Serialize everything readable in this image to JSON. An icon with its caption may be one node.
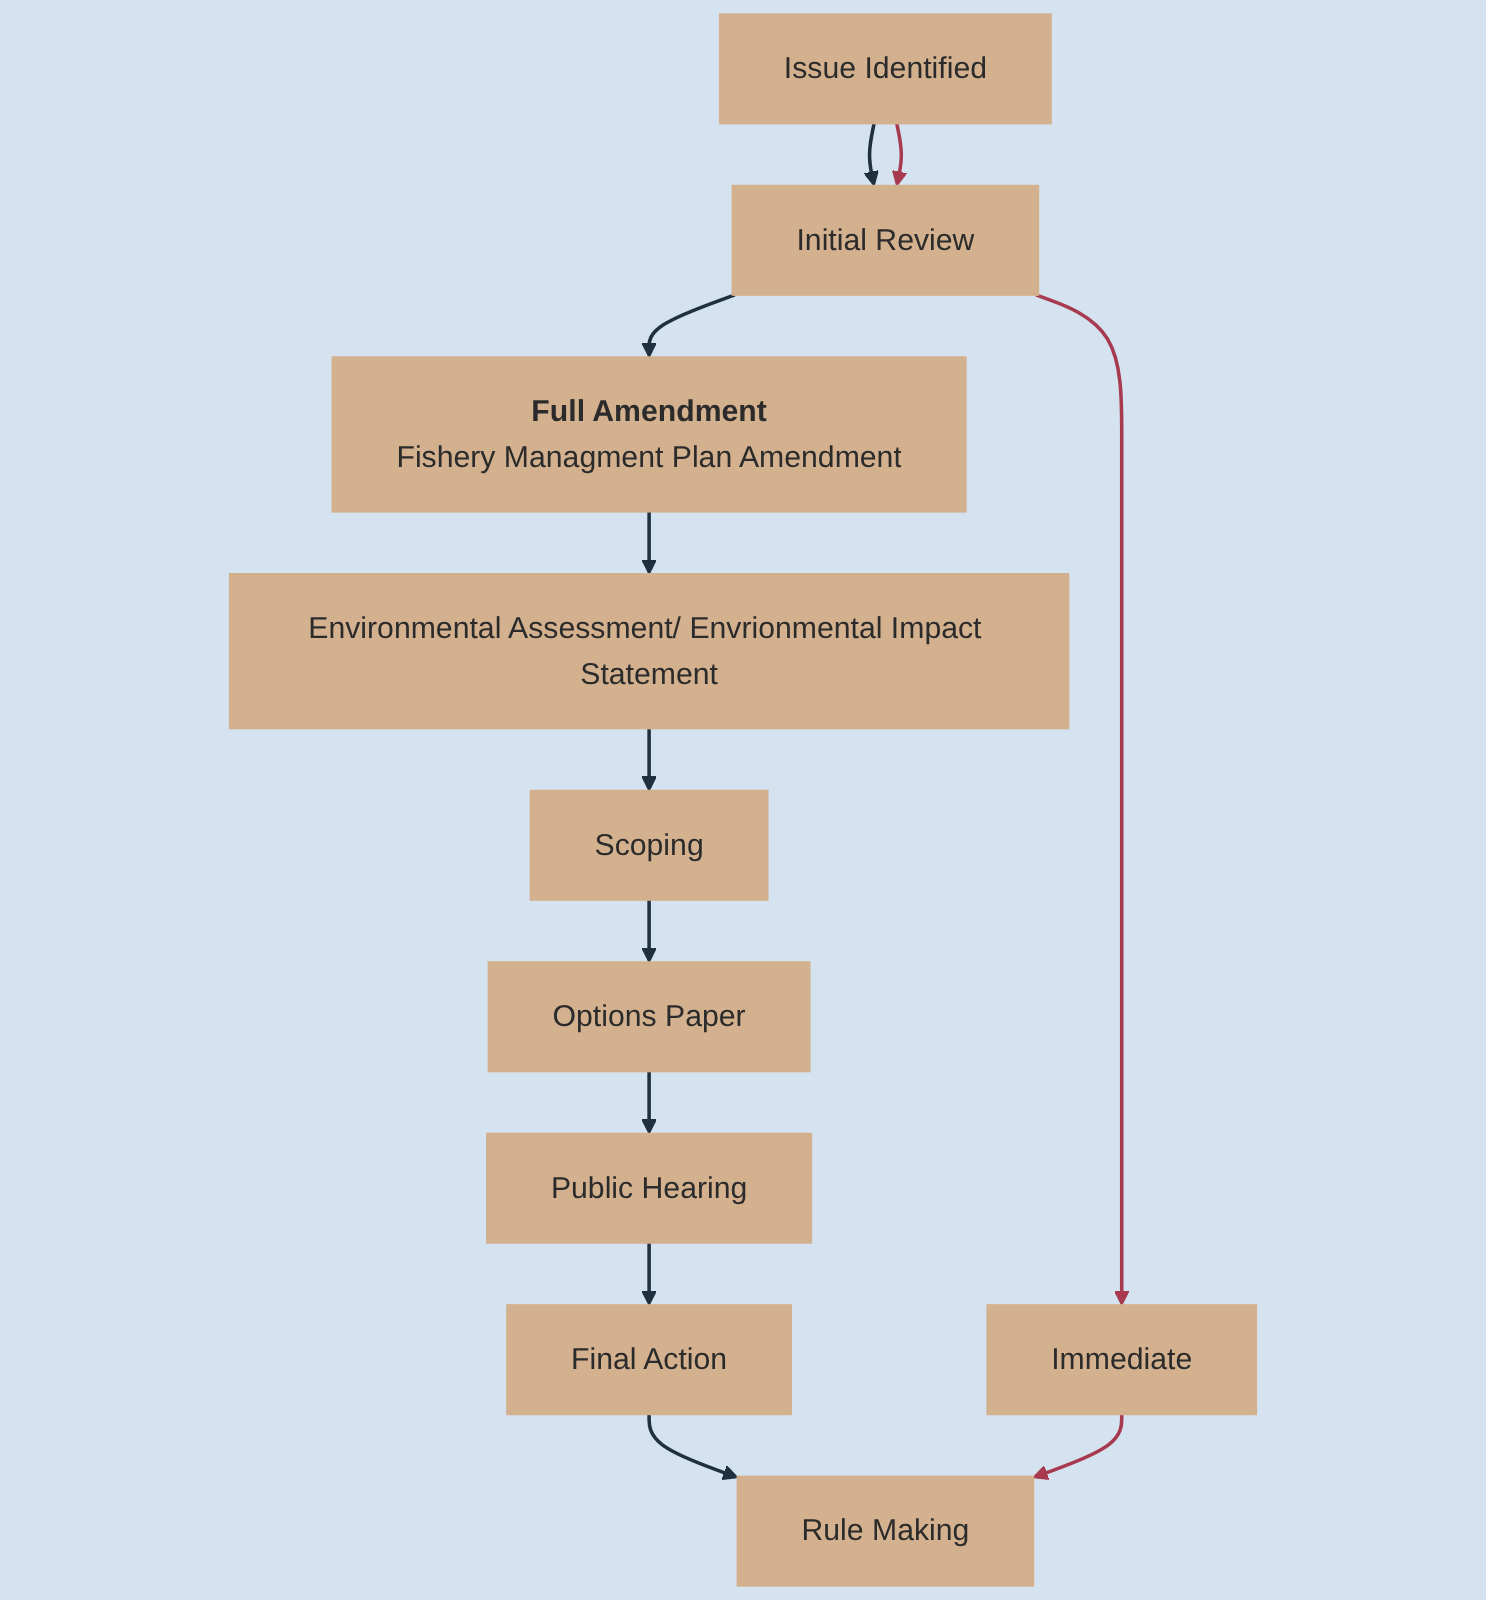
{
  "diagram": {
    "nodes": [
      {
        "text": [
          "Issue Identified"
        ]
      },
      {
        "text": [
          "Initial Review"
        ]
      },
      {
        "text": [
          "Full Amendment",
          "Fishery Managment Plan Amendment"
        ]
      },
      {
        "text": [
          "Immediate"
        ]
      },
      {
        "text": [
          "Environmental Assessment/ Envrionmental Impact Statement"
        ]
      },
      {
        "text": [
          "Scoping"
        ]
      },
      {
        "text": [
          "Options Paper"
        ]
      },
      {
        "text": [
          "Public Hearing"
        ]
      },
      {
        "text": [
          "Final Action"
        ]
      },
      {
        "text": [
          "Rule Making"
        ]
      }
    ],
    "edges": [
      {
        "from": 0,
        "to": 1,
        "arrow": "to"
      },
      {
        "from": 0,
        "to": 1,
        "arrow": "to",
        "color": "#a83a4f"
      },
      {
        "from": 1,
        "to": 2,
        "arrow": "to"
      },
      {
        "from": 1,
        "to": 3,
        "arrow": "to",
        "color": "#a83a4f"
      },
      {
        "from": 2,
        "to": 4,
        "arrow": "to"
      },
      {
        "from": 4,
        "to": 5,
        "arrow": "to"
      },
      {
        "from": 5,
        "to": 6,
        "arrow": "to"
      },
      {
        "from": 6,
        "to": 7,
        "arrow": "to"
      },
      {
        "from": 7,
        "to": 8,
        "arrow": "to"
      },
      {
        "from": 8,
        "to": 9,
        "arrow": "to"
      },
      {
        "from": 3,
        "to": 9,
        "arrow": "to",
        "color": "#a83a4f"
      }
    ]
  }
}
